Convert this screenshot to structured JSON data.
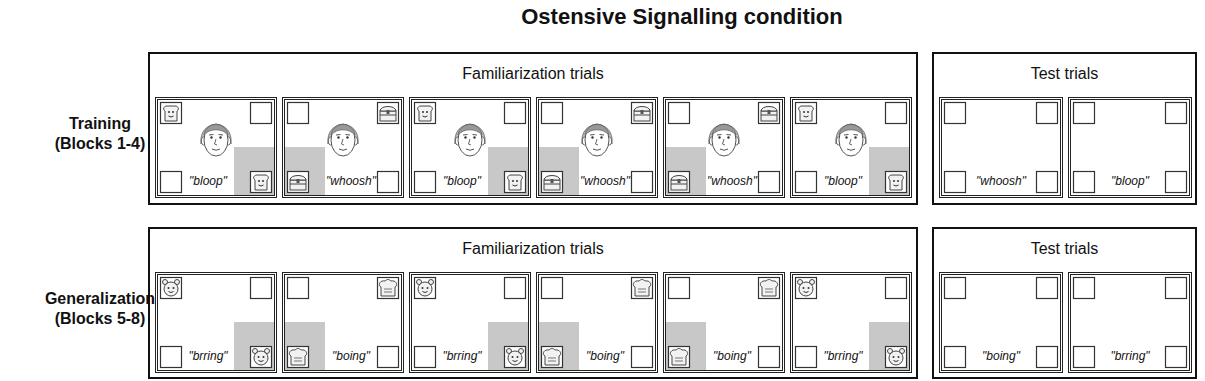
{
  "diagram": {
    "title": "Ostensive Signalling condition",
    "nodes": [
      {
        "text": [
          "Familiarization trials"
        ]
      },
      {
        "text": [
          "\"bloop\""
        ],
        "in": 0
      },
      {
        "text": [
          "\"whoosh\""
        ],
        "in": 0
      },
      {
        "text": [
          "\"bloop\""
        ],
        "in": 0
      },
      {
        "text": [
          "\"whoosh\""
        ],
        "in": 0
      },
      {
        "text": [
          "\"whoosh\""
        ],
        "in": 0
      },
      {
        "text": [
          "\"bloop\""
        ],
        "in": 0
      },
      {
        "text": [
          "Test trials"
        ]
      },
      {
        "text": [
          "\"whoosh\""
        ],
        "in": 7
      },
      {
        "text": [
          "\"bloop\""
        ],
        "in": 7
      },
      {
        "text": [
          "Familiarization trials"
        ]
      },
      {
        "text": [
          "\"brring\""
        ],
        "in": 10
      },
      {
        "text": [
          "\"boing\""
        ],
        "in": 10
      },
      {
        "text": [
          "\"brring\""
        ],
        "in": 10
      },
      {
        "text": [
          "\"boing\""
        ],
        "in": 10
      },
      {
        "text": [
          "\"boing\""
        ],
        "in": 10
      },
      {
        "text": [
          "\"brring\""
        ],
        "in": 10
      },
      {
        "text": [
          "Test trials"
        ]
      },
      {
        "text": [
          "\"boing\""
        ],
        "in": 17
      },
      {
        "text": [
          "\"brring\""
        ],
        "in": 17
      }
    ],
    "labels": [
      "Training (Blocks 1-4)",
      "Generalization (Blocks 5-8)"
    ]
  }
}
